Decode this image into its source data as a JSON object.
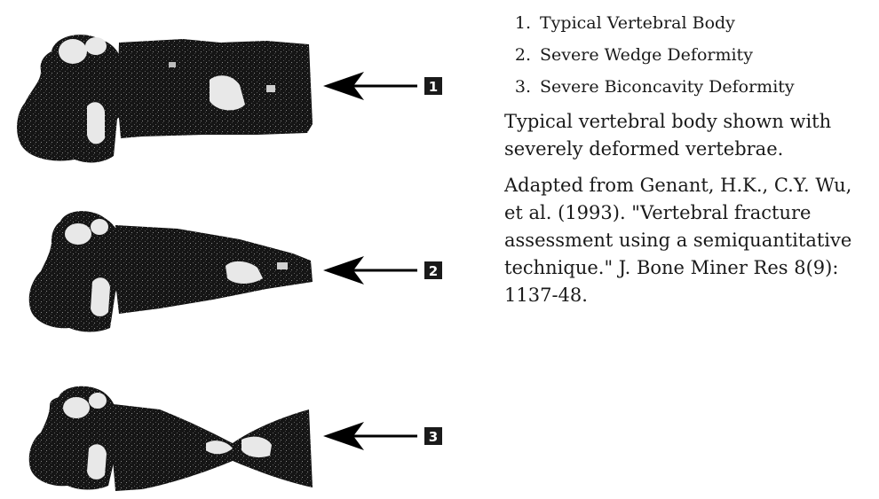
{
  "figure": {
    "vertebrae": [
      {
        "badge": "1",
        "shape": "typical-vertebral-body"
      },
      {
        "badge": "2",
        "shape": "severe-wedge-deformity"
      },
      {
        "badge": "3",
        "shape": "severe-biconcavity-deformity"
      }
    ],
    "colors": {
      "bone": "#151515",
      "highlight": "#e8e8e8",
      "badge": "#1a1a1a",
      "arrow": "#000000"
    }
  },
  "legend": {
    "items": [
      {
        "number": "1.",
        "label": "Typical Vertebral Body"
      },
      {
        "number": "2.",
        "label": "Severe Wedge Deformity"
      },
      {
        "number": "3.",
        "label": "Severe Biconcavity Deformity"
      }
    ]
  },
  "description": "Typical vertebral body shown with severely deformed vertebrae.",
  "citation": "Adapted from Genant, H.K., C.Y. Wu, et al. (1993). \"Vertebral fracture assessment using a semiquantitative technique.\" J. Bone Miner Res 8(9): 1137-48."
}
